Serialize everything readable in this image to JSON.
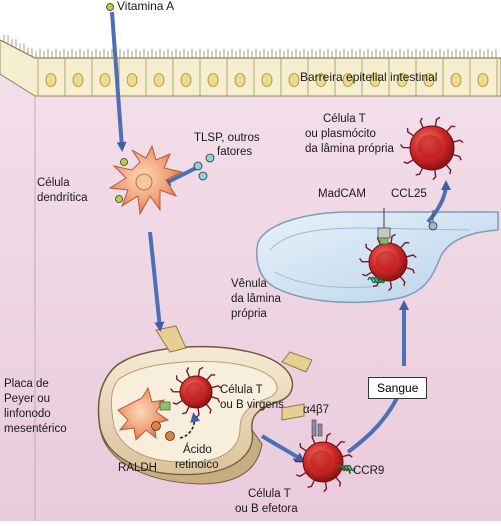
{
  "labels": {
    "vitamin_a": "Vitamina A",
    "epithelial_barrier": "Barreira epitelial intestinal",
    "tlsp": "TLSP, outros",
    "factors": "fatores",
    "dendritic_cell_1": "Célula",
    "dendritic_cell_2": "dendrítica",
    "lp_cell_1": "Célula T",
    "lp_cell_2": "ou plasmócito",
    "lp_cell_3": "da lâmina própria",
    "madcam": "MadCAM",
    "ccl25": "CCL25",
    "venule_1": "Vênula",
    "venule_2": "da lâmina",
    "venule_3": "própria",
    "peyer_1": "Placa de",
    "peyer_2": "Peyer ou",
    "peyer_3": "linfonodo",
    "peyer_4": "mesentérico",
    "naive_1": "Célula T",
    "naive_2": "ou B virgens",
    "retinoic_1": "Ácido",
    "retinoic_2": "retinoico",
    "raldh": "RALDH",
    "blood": "Sangue",
    "a4b7": "α4β7",
    "ccr9": "CCR9",
    "effector_1": "Célula T",
    "effector_2": "ou B efetora"
  },
  "colors": {
    "tissue": "#f1dde8",
    "epithelium": "#f6efcf",
    "cell_red": "#d42a2a",
    "arrow_blue": "#4d6fb5",
    "vessel": "#cfe3f3",
    "node": "#efe1c8"
  }
}
